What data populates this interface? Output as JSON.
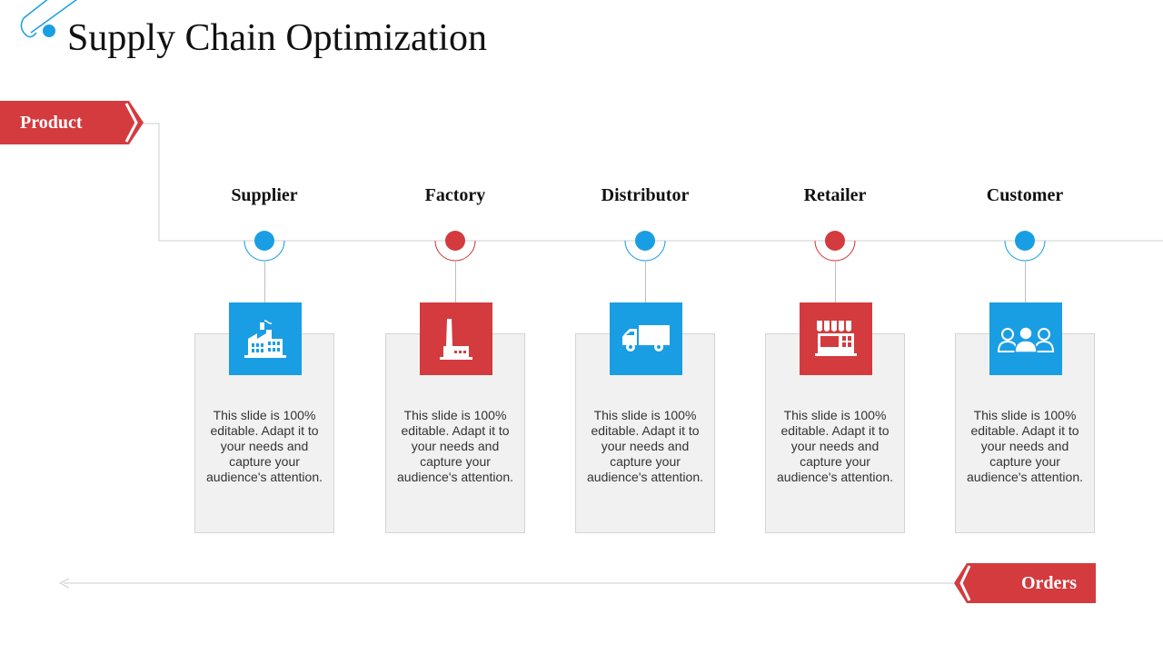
{
  "title": "Supply Chain Optimization",
  "colors": {
    "blue": "#1a9ee3",
    "red": "#d33b3e",
    "line": "#cfcfcf",
    "card": "#f1f1f1"
  },
  "flow": {
    "top_label": "Product",
    "bottom_label": "Orders"
  },
  "steps": [
    {
      "label": "Supplier",
      "color": "blue",
      "icon": "factory-building-icon",
      "text": "This slide is 100% editable. Adapt it to your needs and capture your audience's attention."
    },
    {
      "label": "Factory",
      "color": "red",
      "icon": "factory-chimney-icon",
      "text": "This slide is 100% editable. Adapt it to your needs and capture your audience's attention."
    },
    {
      "label": "Distributor",
      "color": "blue",
      "icon": "delivery-truck-icon",
      "text": "This slide is 100% editable. Adapt it to your needs and capture your audience's attention."
    },
    {
      "label": "Retailer",
      "color": "red",
      "icon": "storefront-icon",
      "text": "This slide is 100% editable. Adapt it to your needs and capture your audience's attention."
    },
    {
      "label": "Customer",
      "color": "blue",
      "icon": "people-group-icon",
      "text": "This slide is 100% editable. Adapt it to your needs and capture your audience's attention."
    }
  ]
}
